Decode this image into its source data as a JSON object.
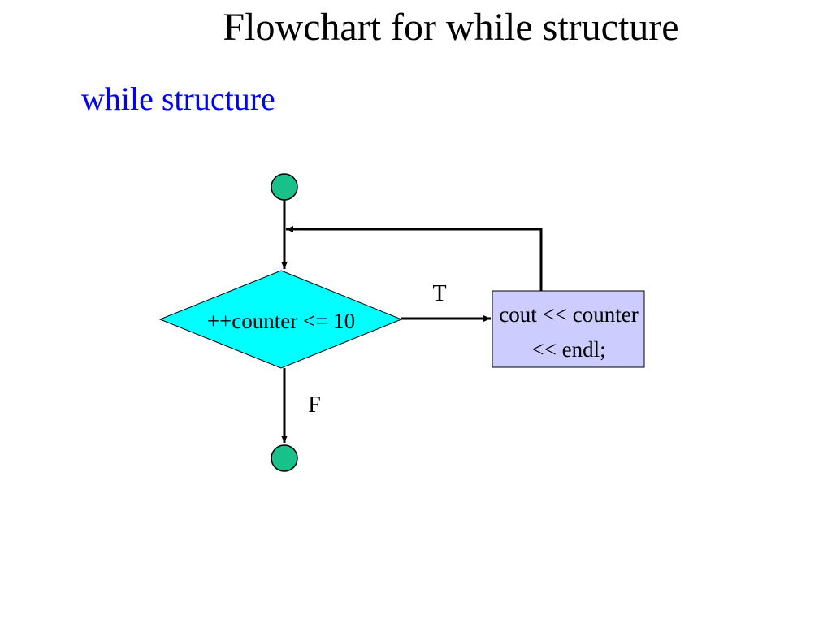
{
  "title": "Flowchart for while structure",
  "subtitle": "while structure",
  "colors": {
    "subtitle": "#0000ff",
    "terminal_fill": "#18c08a",
    "decision_fill": "#00ffff",
    "action_fill": "#ccccff",
    "line": "#000000"
  },
  "diagram": {
    "decision": {
      "text": "++counter <= 10"
    },
    "action": {
      "line1": "cout << counter",
      "line2": "<< endl;"
    },
    "true_label": "T",
    "false_label": "F"
  }
}
